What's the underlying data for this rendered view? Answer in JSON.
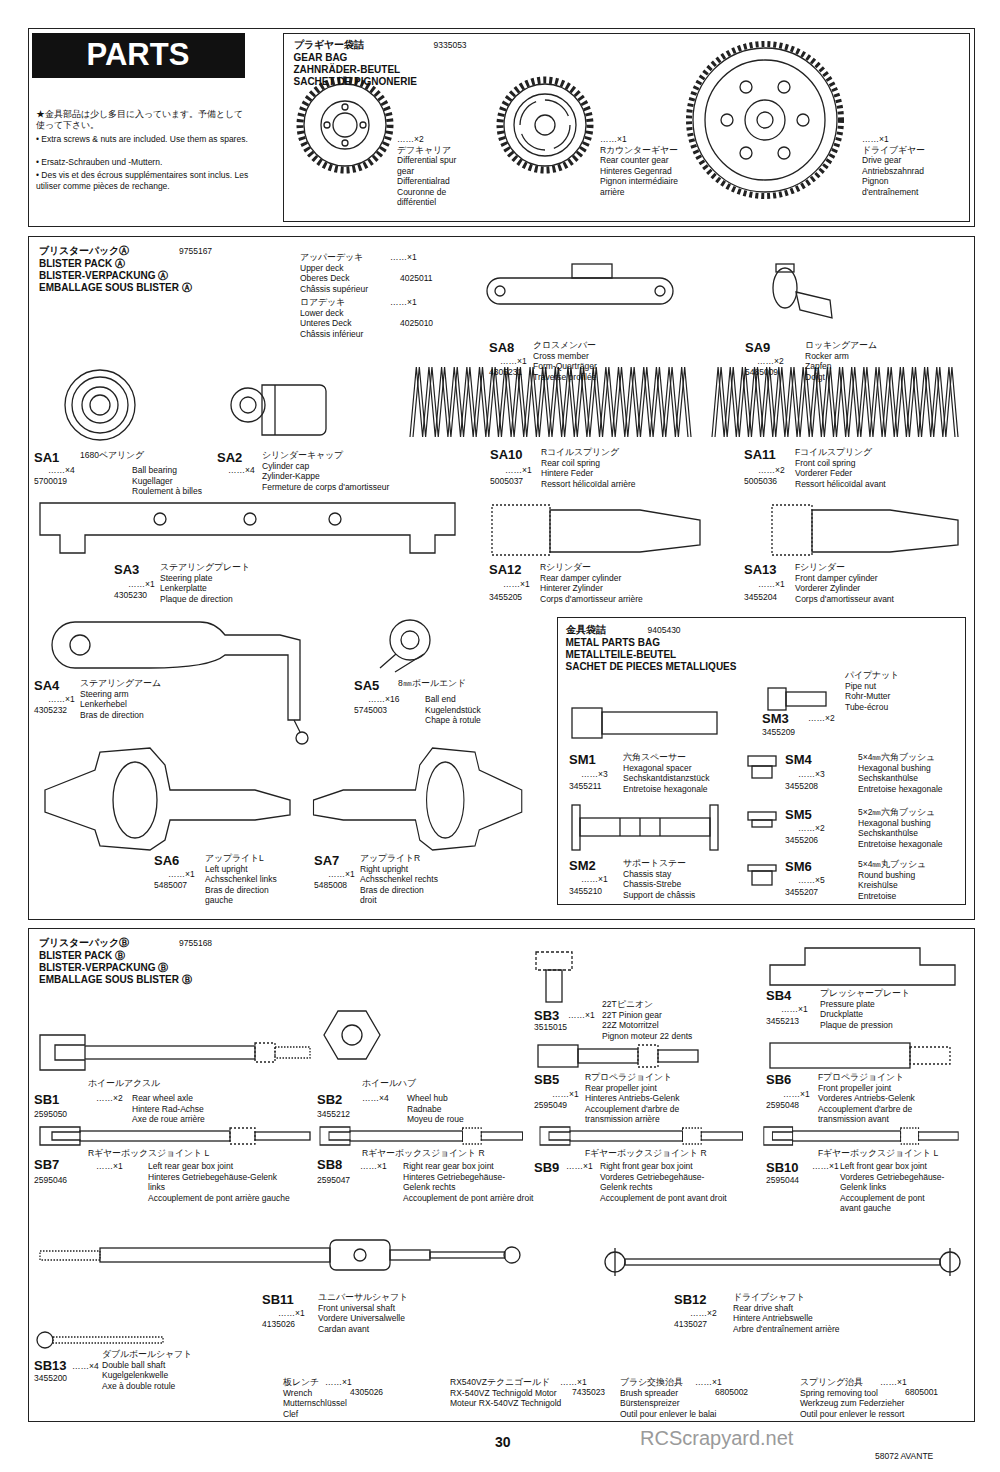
{
  "diagram": {
    "nodes": [
      {
        "text": [
          "★金具部品は少し多目に入っています。予備として使って下さい。",
          "• Extra screws & nuts are included. Use them as spares.",
          "• Ersatz-Schrauben und -Muttern.",
          "• Des vis et des écrous supplémentaires sont inclus. Les utiliser comme pièces de rechange."
        ]
      },
      {
        "text": [
          "PARTS"
        ],
        "in": 0
      },
      {
        "text": [
          "プラギヤー袋詰",
          "9335053",
          "GEAR BAG",
          "ZAHNRÄDER-BEUTEL",
          "SACHET DE PIGNONERIE"
        ],
        "in": 0
      },
      {
        "text": [
          "ブリスターパックⒶ",
          "9755167",
          "BLISTER PACK Ⓐ",
          "BLISTER-VERPACKUNG Ⓐ",
          "EMBALLAGE SOUS BLISTER Ⓐ"
        ]
      },
      {
        "text": [
          "金具袋詰",
          "9405430",
          "METAL PARTS BAG",
          "METALLTEILE-BEUTEL",
          "SACHET DE PIECES METALLIQUES"
        ],
        "in": 3
      },
      {
        "text": [
          "ブリスターパックⒷ",
          "9755168",
          "BLISTER PACK Ⓑ",
          "BLISTER-VERPACKUNG Ⓑ",
          "EMBALLAGE SOUS BLISTER Ⓑ"
        ]
      }
    ],
    "labels": [
      "……×2",
      "デフキャリア",
      "Differential spur",
      "gear",
      "Differentialrad",
      "Couronne de",
      "différentiel",
      "……×1",
      "Rカウンターギヤー",
      "Rear counter gear",
      "Hinteres Gegenrad",
      "Pignon intermédiaire",
      "arrière",
      "……×1",
      "ドライブギヤー",
      "Drive gear",
      "Antriebszahnrad",
      "Pignon",
      "d'entraînement",
      "アッパーデッキ",
      "Upper deck",
      "Oberes Deck",
      "Châssis supérieur",
      "……×1",
      "4025011",
      "ロアデッキ",
      "Lower deck",
      "Unteres Deck",
      "Châssis inférieur",
      "……×1",
      "4025010",
      "SA8",
      "……×1",
      "4305231",
      "クロスメンバー",
      "Cross member",
      "Form-Querträger",
      "Traverse profilée",
      "SA9",
      "……×2",
      "5485009",
      "ロッキングアーム",
      "Rocker arm",
      "Zapfen",
      "Doigt",
      "SA1",
      "1680ベアリング",
      "……×4",
      "5700019",
      "Ball bearing",
      "Kugellager",
      "Roulement à billes",
      "SA2",
      "シリンダーキャップ",
      "Cylinder cap",
      "Zylinder-Kappe",
      "Fermeture de corps d'amortisseur",
      "……×4",
      "SA10",
      "Rコイルスプリング",
      "Rear coil spring",
      "Hintere Feder",
      "Ressort hélicoïdal arrière",
      "……×1",
      "5005037",
      "SA11",
      "Fコイルスプリング",
      "Front coil spring",
      "Vorderer Feder",
      "Ressort hélicoïdal avant",
      "……×2",
      "5005036",
      "SA3",
      "ステアリングプレート",
      "Steering plate",
      "Lenkerplatte",
      "Plaque de direction",
      "……×1",
      "4305230",
      "SA12",
      "Rシリンダー",
      "Rear damper cylinder",
      "Hinterer Zylinder",
      "Corps d'amortisseur arrière",
      "……×1",
      "3455205",
      "SA13",
      "Fシリンダー",
      "Front damper cylinder",
      "Vorderer Zylinder",
      "Corps d'amortisseur avant",
      "……×1",
      "3455204",
      "SA4",
      "ステアリングアーム",
      "Steering arm",
      "Lenkerhebel",
      "Bras de direction",
      "……×1",
      "4305232",
      "SA5",
      "8㎜ボールエンド",
      "……×16",
      "5745003",
      "Ball end",
      "Kugelendstück",
      "Chape à rotule",
      "SA6",
      "アップライトL",
      "Left upright",
      "Achsschenkel links",
      "Bras de direction",
      "gauche",
      "……×1",
      "5485007",
      "SA7",
      "アップライトR",
      "Right upright",
      "Achsschenkel rechts",
      "Bras de direction",
      "droit",
      "……×1",
      "5485008",
      "パイプナット",
      "Pipe nut",
      "Rohr-Mutter",
      "Tube-écrou",
      "SM3",
      "……×2",
      "3455209",
      "SM1",
      "六角スペーサー",
      "Hexagonal spacer",
      "Sechskantdistanzstück",
      "Entretoise hexagonale",
      "……×3",
      "3455211",
      "SM4",
      "5×4㎜六角ブッシュ",
      "Hexagonal bushing",
      "Sechskanthülse",
      "Entretoise hexagonale",
      "……×3",
      "3455208",
      "SM5",
      "5×2㎜六角ブッシュ",
      "Hexagonal bushing",
      "Sechskanthülse",
      "Entretoise hexagonale",
      "……×2",
      "3455206",
      "SM2",
      "サポートステー",
      "Chassis stay",
      "Chassis-Strebe",
      "Support de châssis",
      "……×1",
      "3455210",
      "SM6",
      "5×4㎜丸ブッシュ",
      "Round bushing",
      "Kreishülse",
      "Entretoise",
      "……×5",
      "3455207",
      "SB3",
      "……×1",
      "22Tピニオン",
      "22T Pinion gear",
      "22Z Motorritzel",
      "Pignon moteur 22 dents",
      "3515015",
      "SB4",
      "プレッシャープレート",
      "Pressure plate",
      "Druckplatte",
      "Plaque de pression",
      "……×1",
      "3455213",
      "ホイールアクスル",
      "SB1",
      "……×2",
      "Rear wheel axle",
      "Hintere Rad-Achse",
      "Axe de roue arrière",
      "2595050",
      "ホイールハブ",
      "SB2",
      "……×4",
      "Wheel hub",
      "Radnabe",
      "Moyeu de roue",
      "3455212",
      "SB5",
      "Rプロペラジョイント",
      "Rear propeller joint",
      "Hinteres Antriebs-Gelenk",
      "Accouplement d'arbre de",
      "transmission arrière",
      "……×1",
      "2595049",
      "SB6",
      "Fプロペラジョイント",
      "Front propeller joint",
      "Vorderes Antriebs-Gelenk",
      "Accouplement d'arbre de",
      "transmission avant",
      "……×1",
      "2595048",
      "Rギヤーボックスジョイント L",
      "SB7",
      "……×1",
      "Left rear gear box joint",
      "Hinteres Getriebegehäuse-Gelenk",
      "links",
      "Accouplement de pont arrière gauche",
      "2595046",
      "Rギヤーボックスジョイント R",
      "SB8",
      "……×1",
      "Right rear gear box joint",
      "Hinteres Getriebegehäuse-",
      "Gelenk rechts",
      "Accouplement de pont arrière droit",
      "2595047",
      "Fギヤーボックスジョイント R",
      "SB9",
      "……×1",
      "Right front gear box joint",
      "Vorderes Getriebegehäuse-",
      "Gelenk rechts",
      "Accouplement de pont avant droit",
      "Fギヤーボックスジョイント L",
      "SB10",
      "……×1",
      "Left front gear box joint",
      "Vorderes Getriebegehäuse-",
      "Gelenk links",
      "Accouplement de pont",
      "avant gauche",
      "2595044",
      "SB11",
      "ユニバーサルシャフト",
      "Front universal shaft",
      "Vordere Universalwelle",
      "Cardan avant",
      "……×1",
      "4135026",
      "SB12",
      "ドライブシャフト",
      "Rear drive shaft",
      "Hintere Antriebswelle",
      "Arbre d'entraînement arrière",
      "……×2",
      "4135027",
      "SB13",
      "……×4",
      "ダブルボールシャフト",
      "Double ball shaft",
      "Kugelgelenkwelle",
      "Axe à double rotule",
      "3455200",
      "板レンチ",
      "Wrench",
      "Mutternschlüssel",
      "Clef",
      "……×1",
      "4305026",
      "RX540VZテクニゴールド",
      "RX-540VZ Technigold Motor",
      "Moteur RX-540VZ Technigold",
      "……×1",
      "7435023",
      "ブラシ交換治具",
      "Brush spreader",
      "Bürstenspreizer",
      "Outil pour enlever le balai",
      "……×1",
      "6805002",
      "スプリング治具",
      "Spring removing tool",
      "Werkzeug zum Federzieher",
      "Outil pour enlever le ressort",
      "……×1",
      "6805001",
      "30",
      "58072 AVANTE",
      "RCScrapyard.net"
    ]
  }
}
